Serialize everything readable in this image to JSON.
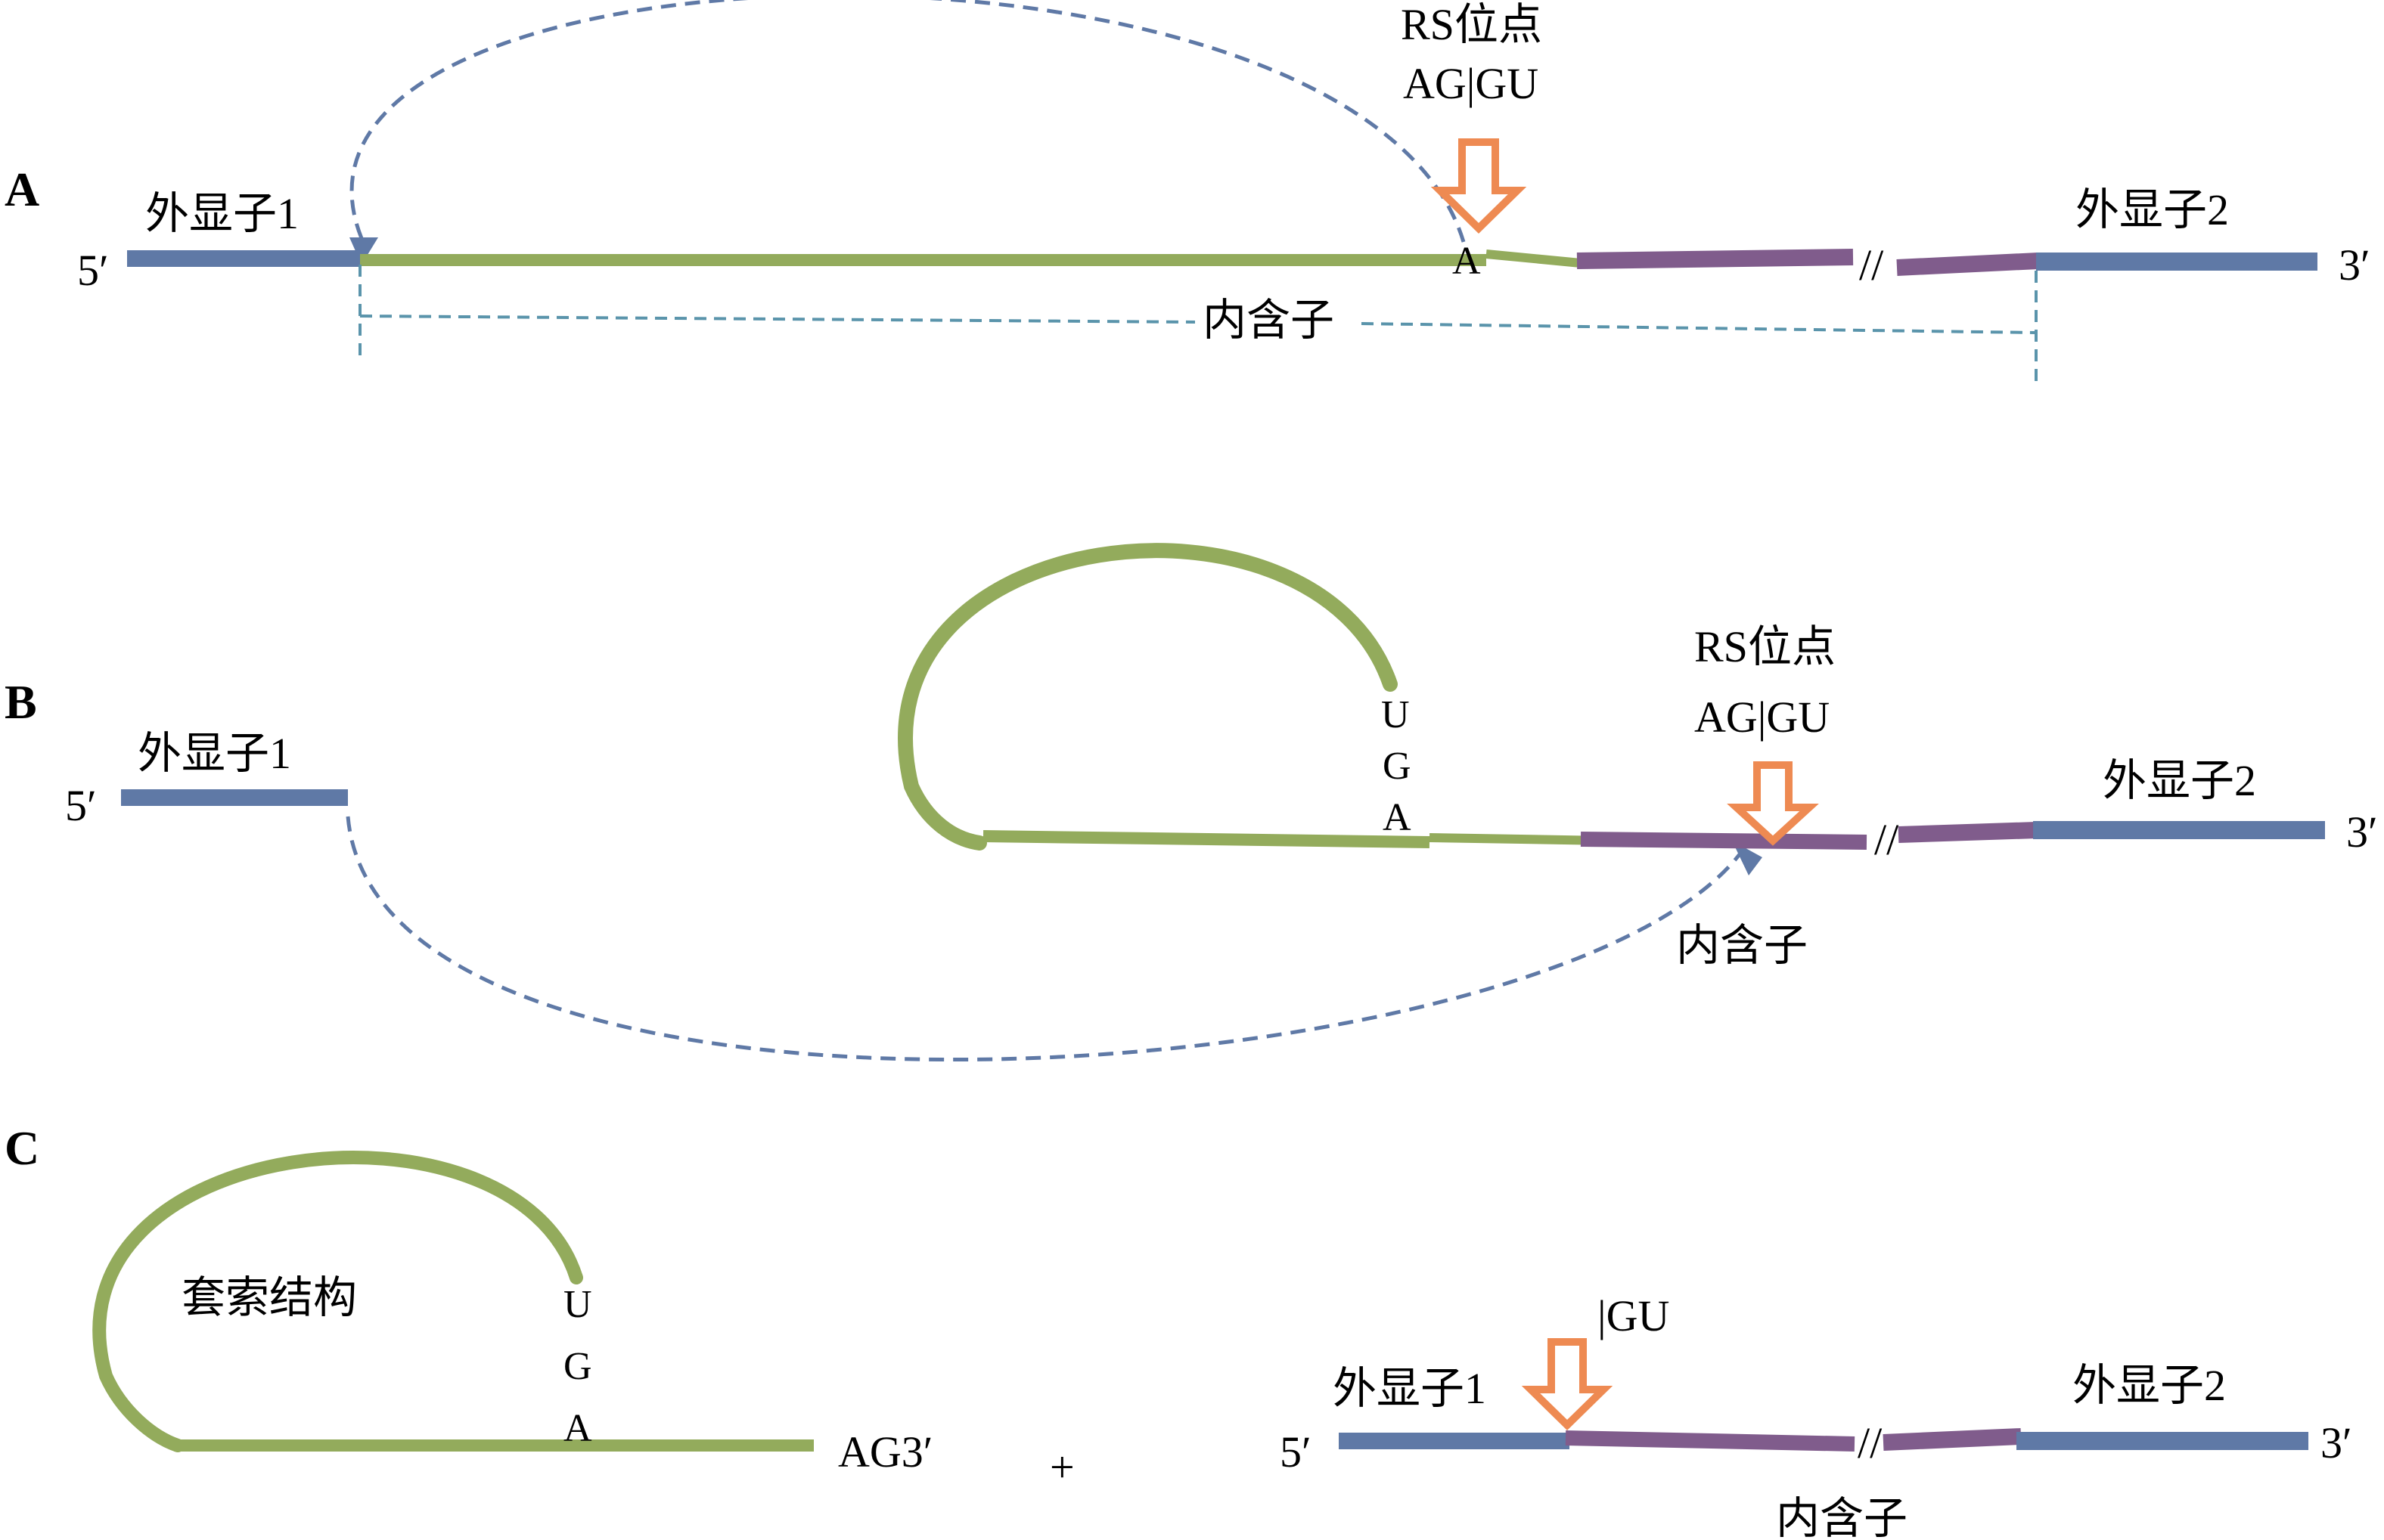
{
  "panels": {
    "a": "A",
    "b": "B",
    "c": "C"
  },
  "labels": {
    "exon1": "外显子1",
    "exon2": "外显子2",
    "intron": "内含子",
    "five_prime": "5′",
    "three_prime": "3′",
    "rs_site": "RS位点",
    "ag_gu": "AG|GU",
    "gu_cut": "|GU",
    "lariat": "套索结构",
    "ag3": "AG3′",
    "plus": "+",
    "break_mark": "//",
    "nt_a": "A",
    "nt_g": "G",
    "nt_u": "U"
  },
  "colors": {
    "exon": "#5f79a6",
    "intron_green": "#93ab5c",
    "intron_purple": "#805c8c",
    "arrow": "#ee8a52",
    "dashed_blue": "#5f79a6",
    "dashed_teal": "#5a94ab",
    "text": "#000000"
  }
}
